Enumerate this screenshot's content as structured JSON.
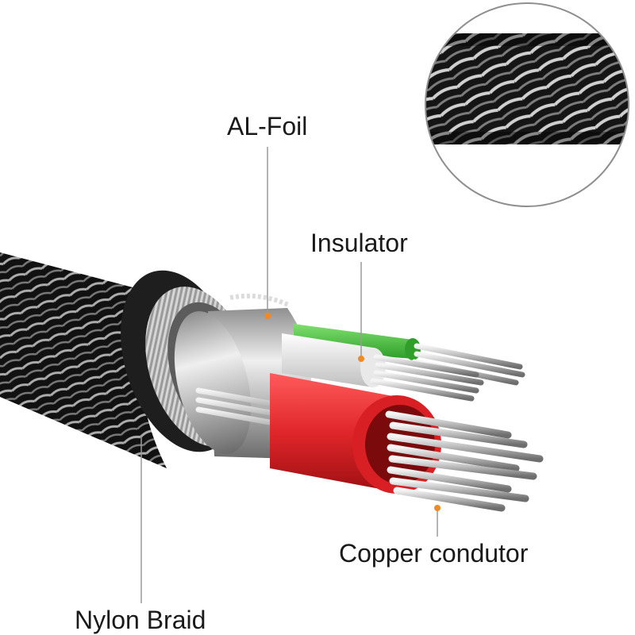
{
  "labels": {
    "al_foil": "AL-Foil",
    "insulator": "Insulator",
    "copper_conductor": "Copper condutor",
    "nylon_braid": "Nylon Braid"
  },
  "colors": {
    "braid_dark": "#141414",
    "braid_light": "#b9b9b9",
    "foil_silver": "#cfcfcf",
    "insulator_green": "#3fbf3a",
    "insulator_white": "#f2f2f2",
    "insulator_red": "#e0262a",
    "wire_silver": "#d9d9d9",
    "leader_line": "#9a9a9a",
    "marker_orange": "#f08a24"
  }
}
